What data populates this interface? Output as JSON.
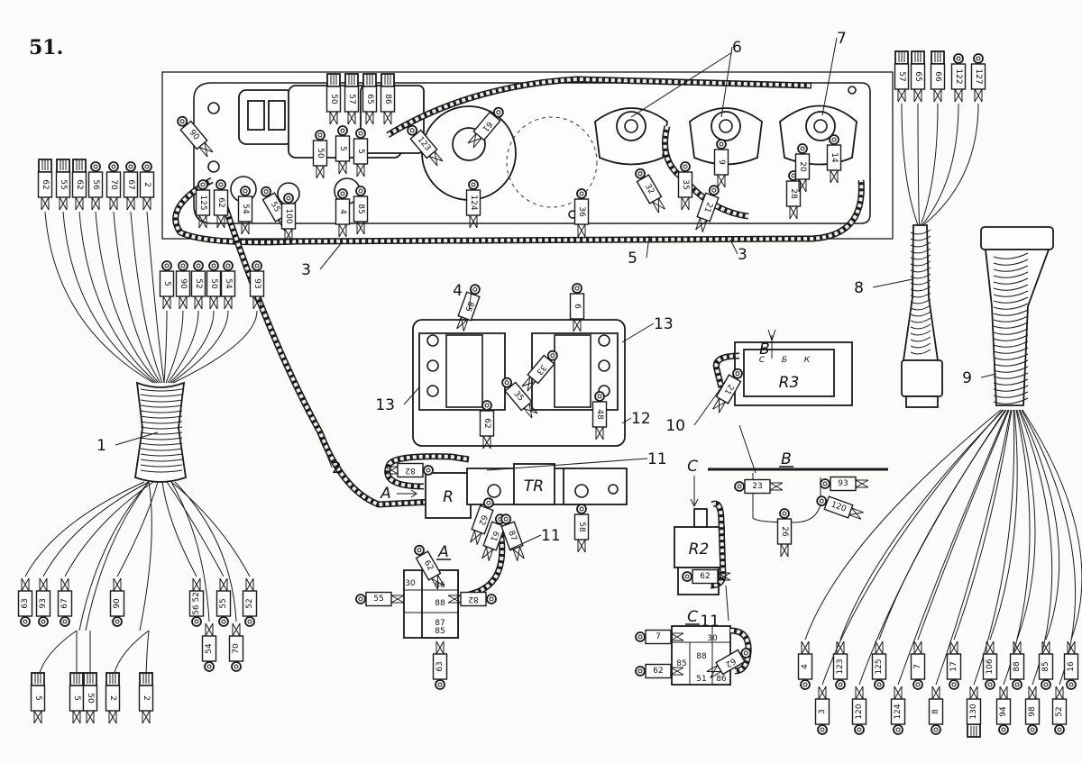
{
  "figure_number": "51.",
  "callouts": [
    "1",
    "2",
    "3",
    "3",
    "4",
    "5",
    "6",
    "7",
    "8",
    "9",
    "10",
    "11",
    "11",
    "11",
    "12",
    "13",
    "13"
  ],
  "views": {
    "a_arrow": "A",
    "a_view": "A",
    "b_arrow": "B",
    "b_view": "B",
    "c_arrow": "C",
    "c_view": "C"
  },
  "components": {
    "relay_r": "R",
    "relay_tr": "TR",
    "relay_r2": "R2",
    "relay_r3": "R3",
    "r3_terminals": [
      "С",
      "Б",
      "К"
    ]
  },
  "harness_1": {
    "top_terminals": [
      "62",
      "55",
      "62",
      "56",
      "70",
      "67",
      "2"
    ],
    "mid_terminals": [
      "5",
      "90",
      "52",
      "50",
      "54",
      "93"
    ],
    "bottom_terminals": [
      "63",
      "93",
      "67",
      "90",
      "56 52",
      "55",
      "52"
    ],
    "bottom_lower_terminals": [
      "54",
      "70"
    ],
    "flag_terminals": [
      "5",
      "5",
      "50",
      "2",
      "2"
    ]
  },
  "harness_8": {
    "terminals": [
      "57",
      "65",
      "66",
      "122",
      "127"
    ]
  },
  "harness_9": {
    "upper_terminals": [
      "4",
      "123",
      "125",
      "7",
      "17",
      "106",
      "88",
      "85",
      "16"
    ],
    "lower_terminals": [
      "3",
      "120",
      "124",
      "8",
      "130",
      "94",
      "98",
      "52"
    ]
  },
  "panel": {
    "top_terminals": [
      "50",
      "57",
      "65",
      "86"
    ],
    "terminals": [
      "90",
      "125",
      "62",
      "54",
      "55",
      "100",
      "4",
      "85",
      "50",
      "5",
      "5",
      "123",
      "124",
      "61",
      "36",
      "32",
      "35",
      "9",
      "21",
      "28",
      "20",
      "14"
    ]
  },
  "fuse_block": {
    "terminals": [
      "85",
      "6",
      "48",
      "62",
      "35",
      "33"
    ]
  },
  "relay_area": {
    "terminals": [
      "82",
      "62",
      "61",
      "87",
      "58"
    ]
  },
  "view_a": {
    "cells": [
      "86",
      "30",
      "88",
      "87",
      "85"
    ],
    "terminals": [
      "62",
      "55",
      "82",
      "63"
    ]
  },
  "view_b": {
    "terminals": [
      "23",
      "93",
      "120",
      "26"
    ]
  },
  "view_c": {
    "cells": [
      "30",
      "88",
      "85",
      "51",
      "86"
    ],
    "terminals": [
      "7",
      "62",
      "62"
    ]
  },
  "r2_terminal": "62",
  "r3_terminal": "21"
}
